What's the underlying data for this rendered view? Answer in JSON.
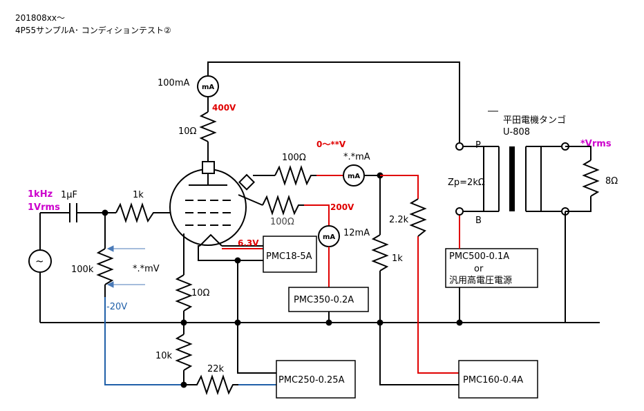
{
  "header": {
    "line1": "201808xx～",
    "line2": "4P55サンプルA･ コンディションテスト②"
  },
  "meters": {
    "plate_meter": "mA",
    "plate_meter_label": "100mA",
    "screen_meter": "mA",
    "screen_meter_label": "12mA",
    "aux_meter": "mA",
    "aux_meter_label": "*.*mA"
  },
  "labels": {
    "plate_voltage": "400V",
    "plate_resistor": "10Ω",
    "aux_voltage": "0～**V",
    "aux_resistor": "100Ω",
    "screen_voltage": "200V",
    "screen_resistor": "100Ω",
    "heater_voltage": "6.3V",
    "input_freq": "1kHz",
    "input_level": "1Vrms",
    "coupling_cap": "1μF",
    "grid_resistor": "1k",
    "pot": "100k",
    "grid_voltage_meter": "*.*mV",
    "bias_voltage": "-20V",
    "cathode_resistor": "10Ω",
    "bias_bleeder": "10k",
    "bias_series": "22k",
    "divider_top": "2.2k",
    "divider_bottom": "1k",
    "transformer_name": "平田電機タンゴ",
    "transformer_model": "U-808",
    "transformer_p": "P",
    "transformer_b": "B",
    "transformer_zp": "Zp=2kΩ",
    "output_level": "*Vrms",
    "load_resistor": "8Ω",
    "generator_symbol": "~"
  },
  "supplies": {
    "heater": "PMC18-5A",
    "screen": "PMC350-0.2A",
    "plate_line1": "PMC500-0.1A",
    "plate_line2": "or",
    "plate_line3": "汎用高電圧電源",
    "bias": "PMC250-0.25A",
    "aux": "PMC160-0.4A"
  },
  "colors": {
    "wire": "#000000",
    "red_wire": "#e00000",
    "blue_wire": "#1f5fa8",
    "magenta_text": "#cc00cc"
  }
}
